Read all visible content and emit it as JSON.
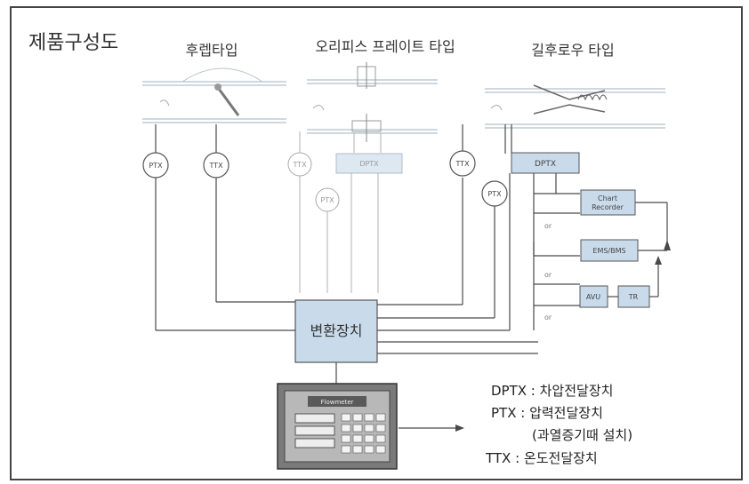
{
  "title": "제품구성도",
  "types": {
    "flap": "후렙타입",
    "orifice": "오리피스 프레이트 타입",
    "venturi": "길후로우 타입"
  },
  "instruments": {
    "ptx": "PTX",
    "ttx": "TTX",
    "dptx": "DPTX",
    "chart_recorder_line1": "Chart",
    "chart_recorder_line2": "Recorder",
    "ems_bms": "EMS/BMS",
    "avu": "AVU",
    "tr": "TR",
    "or": "or"
  },
  "converter": "변환장치",
  "display_brand": "Flowmeter",
  "legend": [
    "DPTX : 차압전달장치",
    "PTX : 압력전달장치",
    "(과열증기때 설치)",
    "TTX : 온도전달장치"
  ],
  "colors": {
    "box_fill": "#c9dbeb",
    "line": "#4a4a4a",
    "faded_line": "#a8a8a8",
    "frame": "#444444"
  }
}
